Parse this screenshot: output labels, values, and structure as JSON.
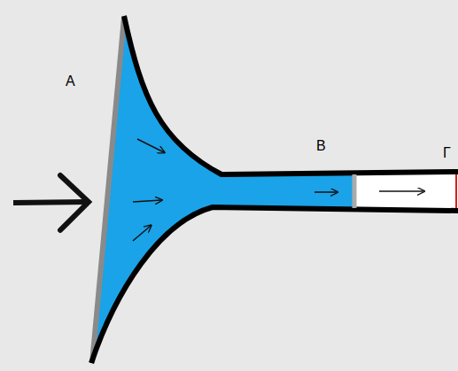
{
  "diagram": {
    "labels": [
      "А",
      "В",
      "Г"
    ]
  }
}
